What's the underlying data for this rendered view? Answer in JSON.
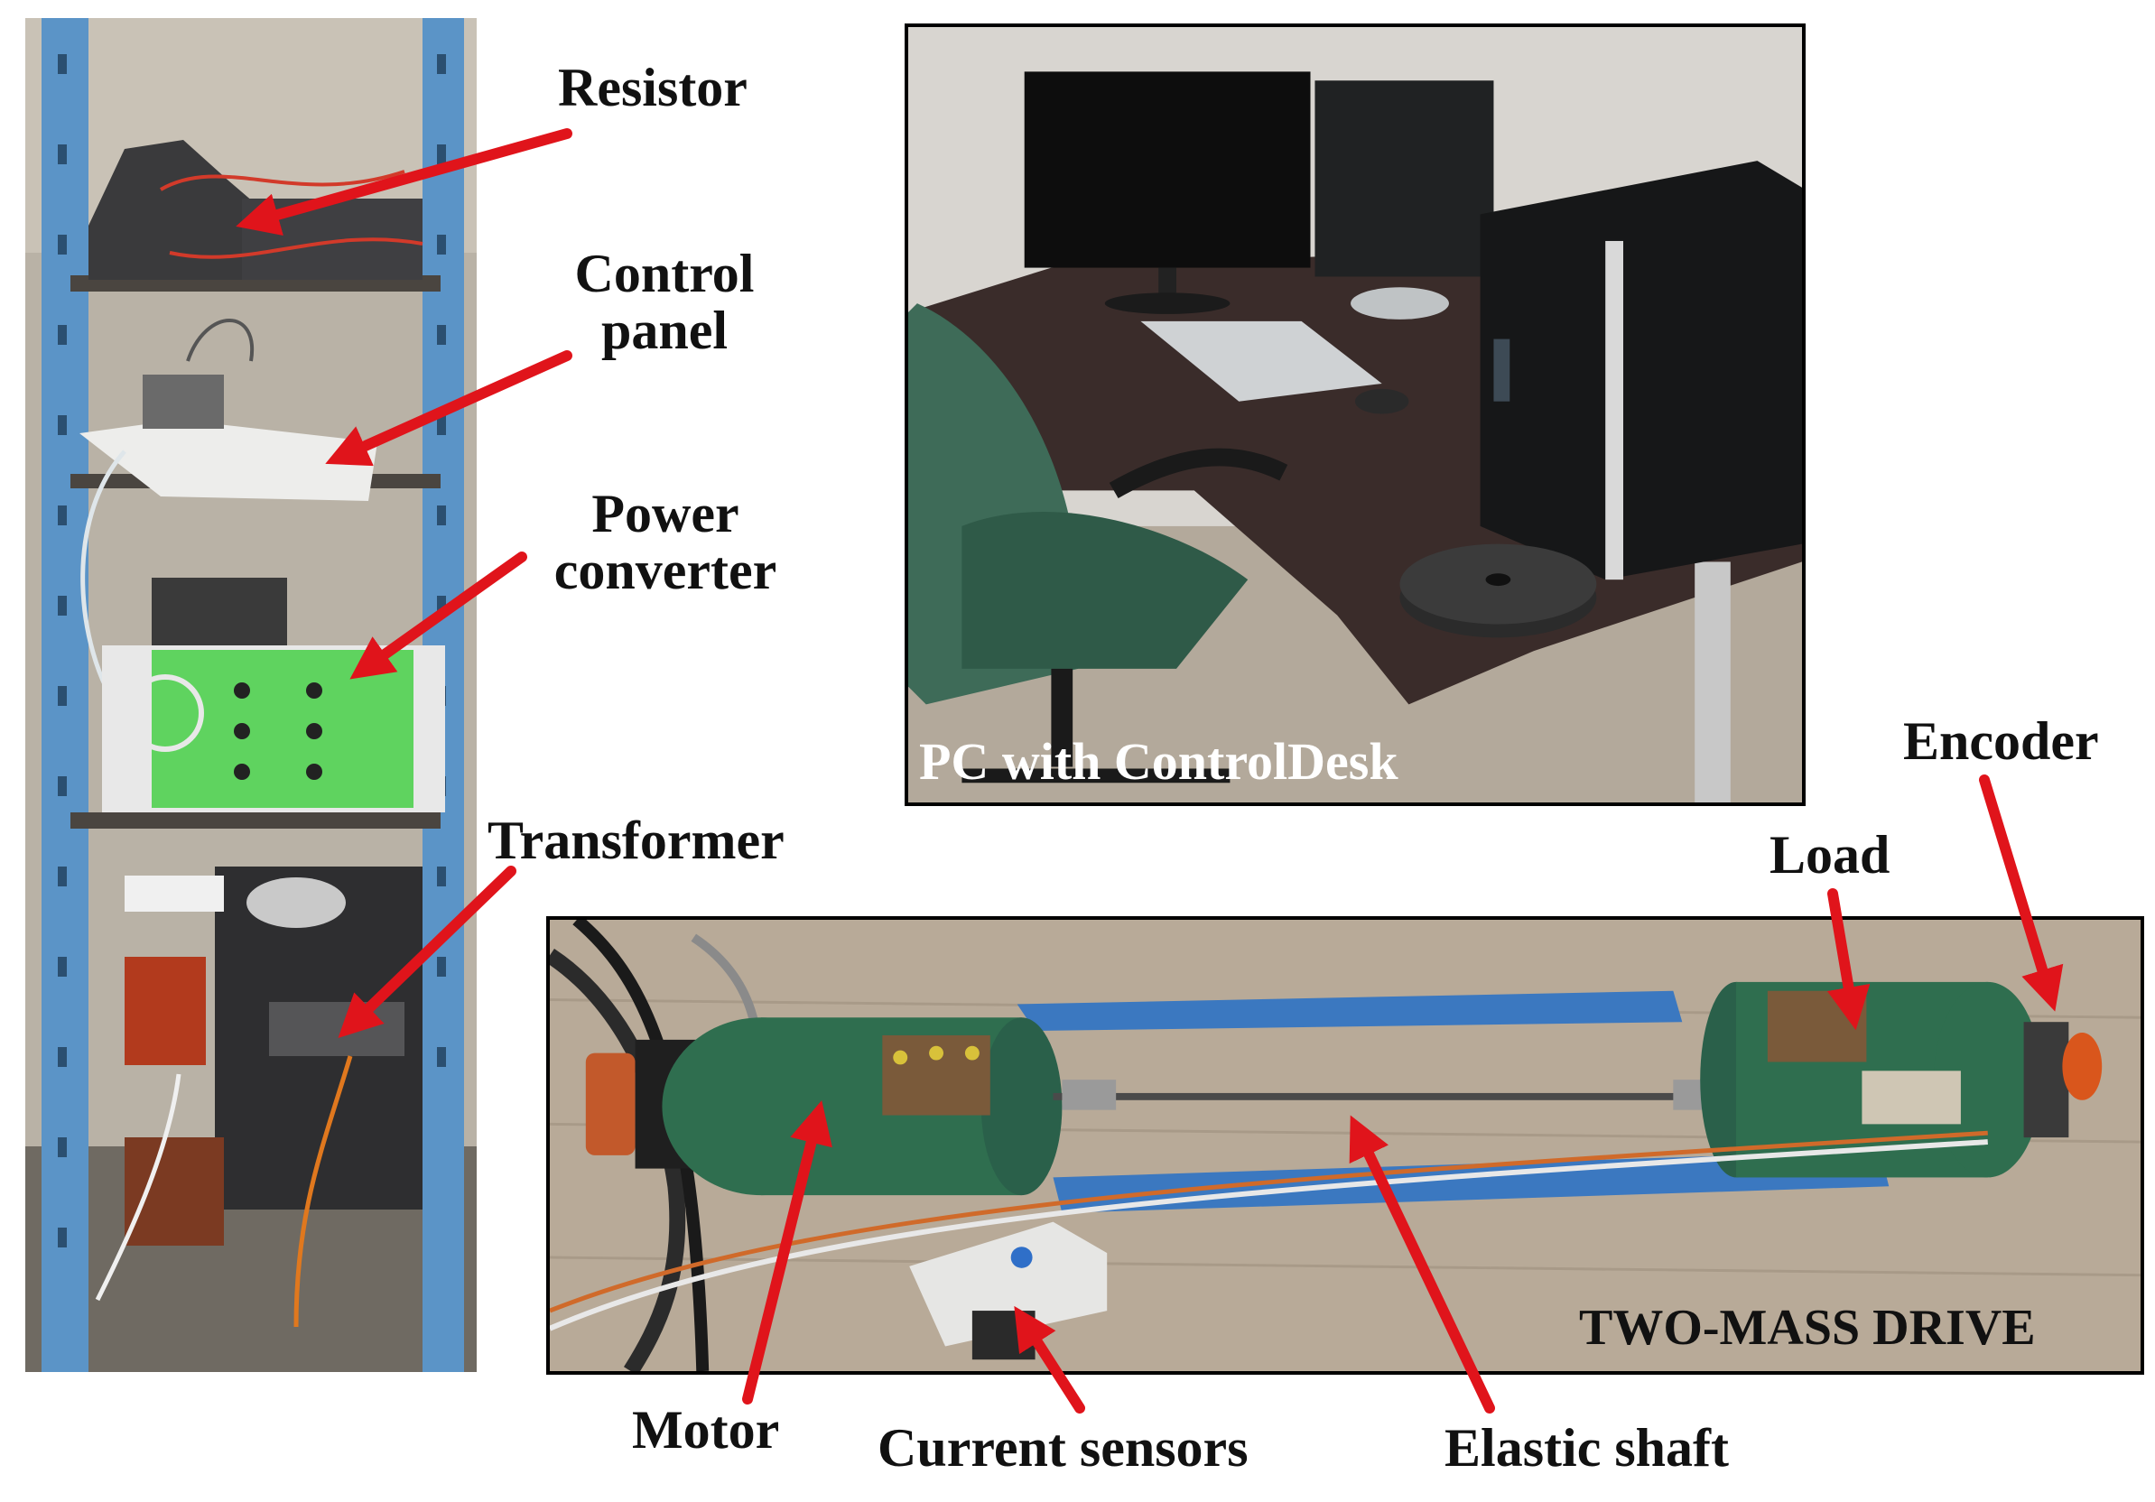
{
  "labels": {
    "resistor": "Resistor",
    "control_panel_line1": "Control",
    "control_panel_line2": "panel",
    "power_converter_line1": "Power",
    "power_converter_line2": "converter",
    "transformer": "Transformer",
    "encoder": "Encoder",
    "load": "Load",
    "motor": "Motor",
    "current_sensors": "Current sensors",
    "elastic_shaft": "Elastic shaft"
  },
  "captions": {
    "pc": "PC with ControlDesk",
    "two_mass": "TWO-MASS DRIVE"
  },
  "colors": {
    "arrow": "#e0141b",
    "frame": "#000000",
    "rack_blue": "#5b94c7",
    "motor_green": "#2f6e4f",
    "converter_green": "#5fd35f"
  }
}
